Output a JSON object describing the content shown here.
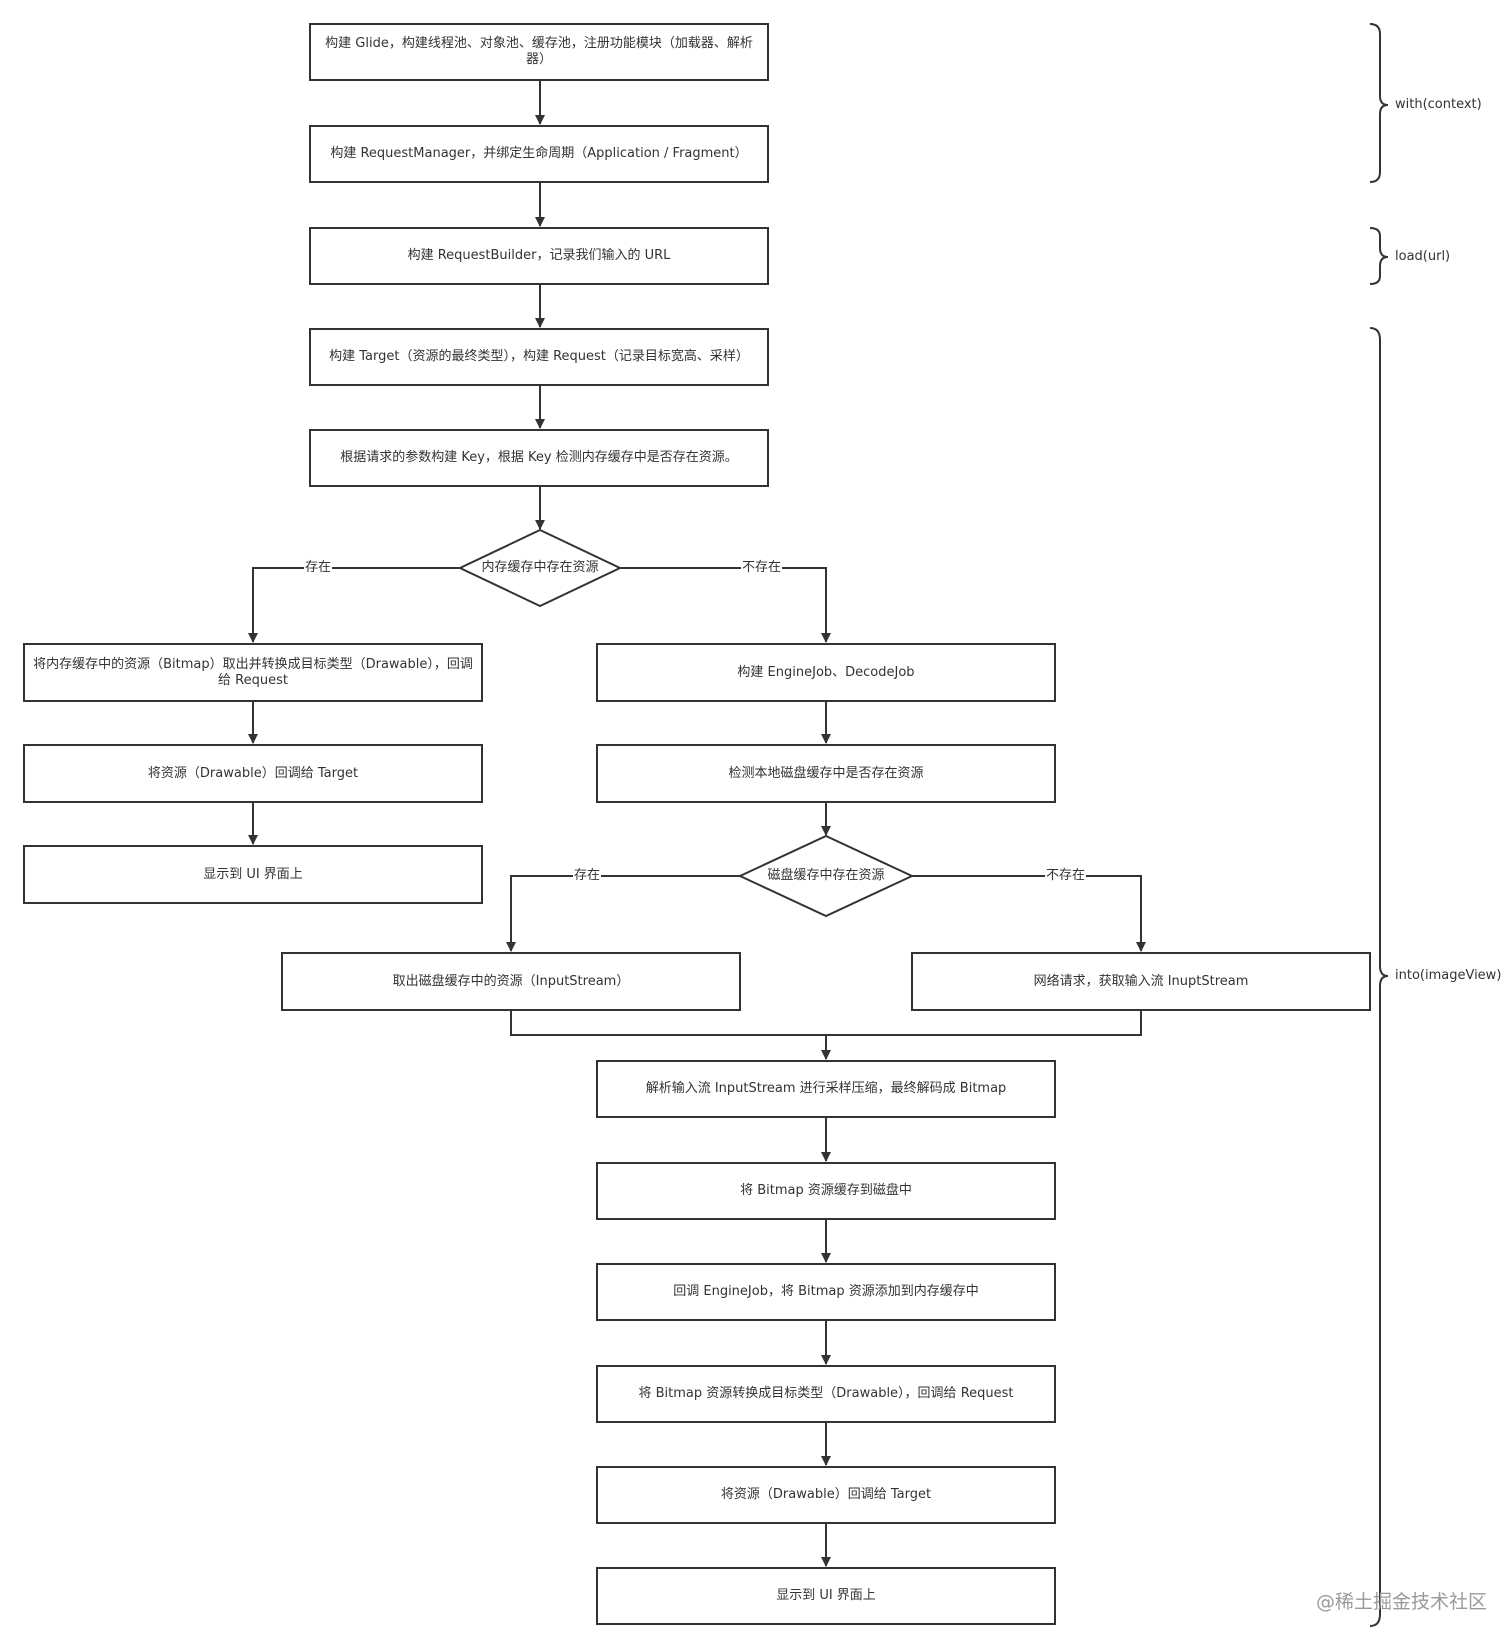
{
  "nodes": {
    "n1": "构建 Glide，构建线程池、对象池、缓存池，注册功能模块（加载器、解析器）",
    "n2": "构建 RequestManager，并绑定生命周期（Application / Fragment）",
    "n3": "构建 RequestBuilder，记录我们输入的 URL",
    "n4": "构建 Target（资源的最终类型），构建 Request（记录目标宽高、采样）",
    "n5": "根据请求的参数构建 Key，根据 Key 检测内存缓存中是否存在资源。",
    "d1": "内存缓存中存在资源",
    "l1": "将内存缓存中的资源（Bitmap）取出并转换成目标类型（Drawable），回调给 Request",
    "l2": "将资源（Drawable）回调给 Target",
    "l3": "显示到 UI 界面上",
    "r1": "构建 EngineJob、DecodeJob",
    "r2": "检测本地磁盘缓存中是否存在资源",
    "d2": "磁盘缓存中存在资源",
    "rl1": "取出磁盘缓存中的资源（InputStream）",
    "rr1": "网络请求，获取输入流 InuptStream",
    "m1": "解析输入流 InputStream 进行采样压缩，最终解码成 Bitmap",
    "m2": "将 Bitmap 资源缓存到磁盘中",
    "m3": "回调 EngineJob，将 Bitmap 资源添加到内存缓存中",
    "m4": "将 Bitmap 资源转换成目标类型（Drawable），回调给 Request",
    "m5": "将资源（Drawable）回调给 Target",
    "m6": "显示到 UI 界面上"
  },
  "edge_labels": {
    "d1_yes": "存在",
    "d1_no": "不存在",
    "d2_yes": "存在",
    "d2_no": "不存在"
  },
  "braces": {
    "b1": "with(context)",
    "b2": "load(url)",
    "b3": "into(imageView)"
  },
  "watermark": "@稀土掘金技术社区",
  "colors": {
    "stroke": "#333333",
    "background": "#ffffff",
    "watermark": "#9a9a9a"
  }
}
